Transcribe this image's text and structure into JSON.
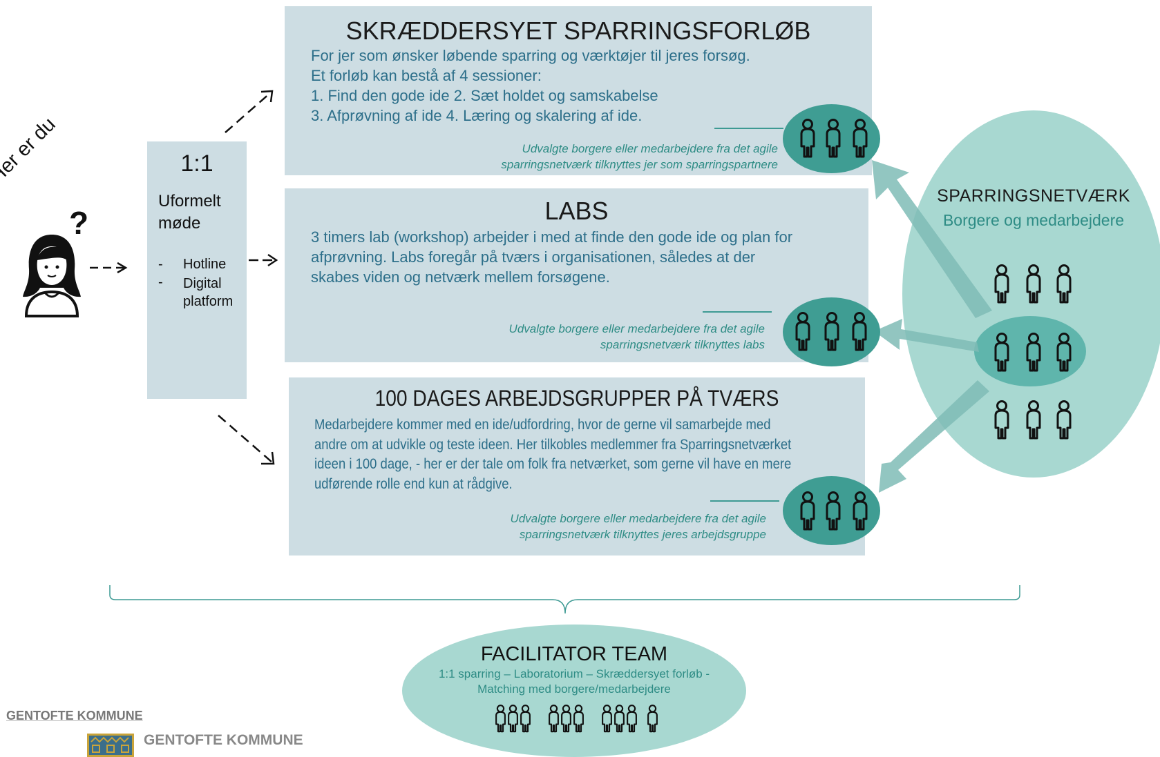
{
  "person_label": "Her er du",
  "question_mark": "?",
  "one_to_one": {
    "title": "1:1",
    "subtitle_line1": "Uformelt",
    "subtitle_line2": "møde",
    "items": [
      "Hotline",
      "Digital platform"
    ]
  },
  "panels": {
    "sparring": {
      "title": "SKRÆDDERSYET SPARRINGSFORLØB",
      "lines": [
        "For jer som ønsker løbende sparring og værktøjer til jeres forsøg.",
        "Et forløb kan bestå af 4 sessioner:",
        "1. Find den gode ide 2. Sæt holdet og samskabelse",
        "3. Afprøvning af ide 4. Læring og skalering af ide."
      ],
      "note": [
        "Udvalgte borgere eller medarbejdere fra det agile",
        "sparringsnetværk tilknyttes jer som sparringspartnere"
      ]
    },
    "labs": {
      "title": "LABS",
      "lines": [
        "3 timers lab (workshop) arbejder i med at finde den gode ide og plan for",
        "afprøvning. Labs foregår på tværs i organisationen, således at der",
        "skabes viden og netværk mellem forsøgene."
      ],
      "note": [
        "Udvalgte borgere eller medarbejdere fra det agile",
        "sparringsnetværk tilknyttes labs"
      ]
    },
    "workgroups": {
      "title": "100 DAGES ARBEJDSGRUPPER PÅ TVÆRS",
      "lines": [
        "Medarbejdere kommer med en ide/udfordring, hvor de gerne vil  samarbejde med",
        "andre om at udvikle og teste ideen. Her tilkobles medlemmer fra Sparringsnetværket",
        "ideen i 100 dage, - her er der tale om folk fra netværket, som gerne vil have en mere",
        "udførende rolle end kun at rådgive."
      ],
      "note": [
        "Udvalgte borgere eller medarbejdere fra det agile",
        "sparringsnetværk tilknyttes jeres arbejdsgruppe"
      ]
    }
  },
  "network": {
    "title": "SPARRINGSNETVÆRK",
    "subtitle": "Borgere og medarbejdere"
  },
  "facilitator": {
    "title": "FACILITATOR TEAM",
    "line1": "1:1 sparring – Laboratorium – Skræddersyet forløb -",
    "line2": "Matching med borgere/medarbejdere"
  },
  "logo": {
    "text_top": "GENTOFTE KOMMUNE",
    "text_bottom": "GENTOFTE KOMMUNE"
  },
  "colors": {
    "panel": "#cddde3",
    "teal_light": "#a8d8d1",
    "teal_mid": "#5fb5ac",
    "teal_dark": "#3f9d93",
    "arrow": "#7fbcb6",
    "text_blue": "#2d6f8a",
    "text_teal": "#2e8c85"
  },
  "icons": [
    "person-icon",
    "people-group-icon",
    "arrow-icon",
    "brace-icon",
    "logo-icon"
  ]
}
